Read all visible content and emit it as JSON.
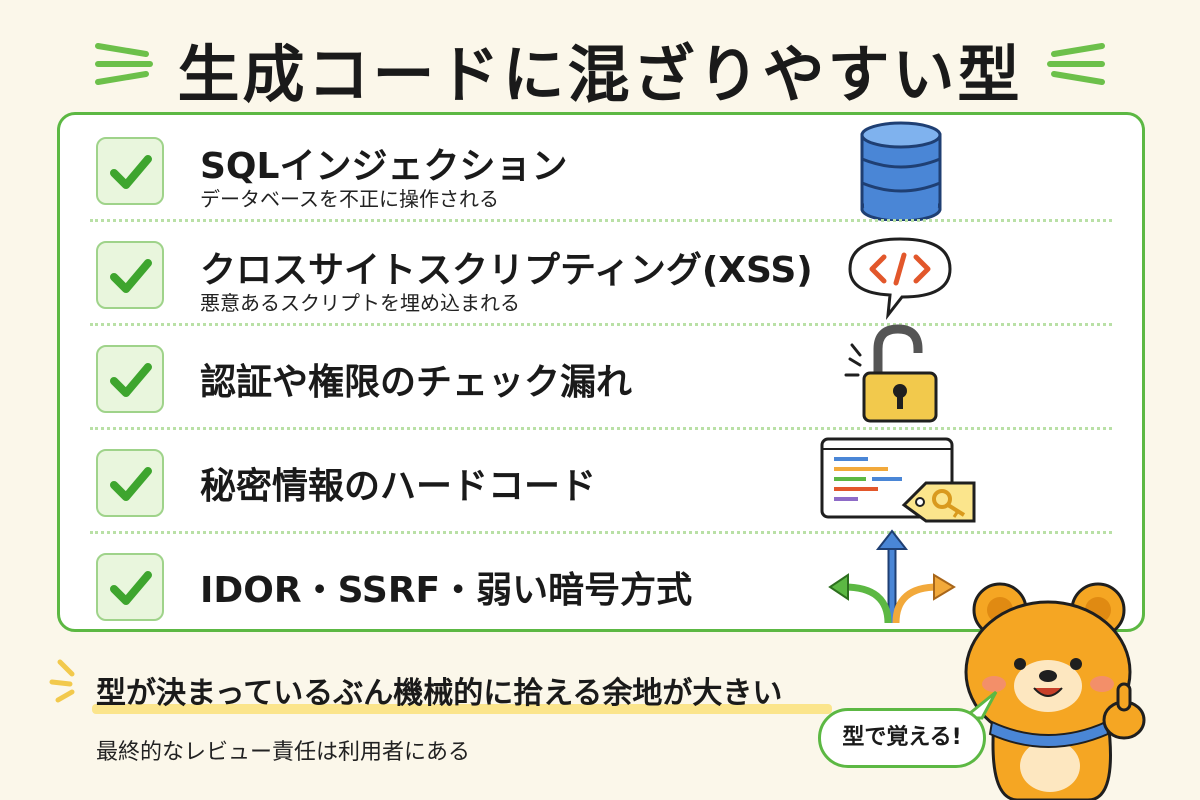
{
  "title": "生成コードに混ざりやすい型",
  "items": [
    {
      "title": "SQLインジェクション",
      "subtitle": "データベースを不正に操作される",
      "icon": "database-icon"
    },
    {
      "title": "クロスサイトスクリプティング(XSS)",
      "subtitle": "悪意あるスクリプトを埋め込まれる",
      "icon": "code-bubble-icon"
    },
    {
      "title": "認証や権限のチェック漏れ",
      "subtitle": "",
      "icon": "unlocked-padlock-icon"
    },
    {
      "title": "秘密情報のハードコード",
      "subtitle": "",
      "icon": "code-with-key-tag-icon"
    },
    {
      "title": "IDOR・SSRF・弱い暗号方式",
      "subtitle": "",
      "icon": "diverging-arrows-icon"
    }
  ],
  "note": {
    "headline": "型が決まっているぶん機械的に拾える余地が大きい",
    "subtext": "最終的なレビュー責任は利用者にある"
  },
  "mascot": {
    "speech": "型で覚える!",
    "icon": "bear-mascot-thumbs-up"
  },
  "colors": {
    "background": "#fbf7ea",
    "accent_green": "#5cb843",
    "highlight_yellow": "#fbe58c",
    "bear_orange": "#f5a623"
  }
}
